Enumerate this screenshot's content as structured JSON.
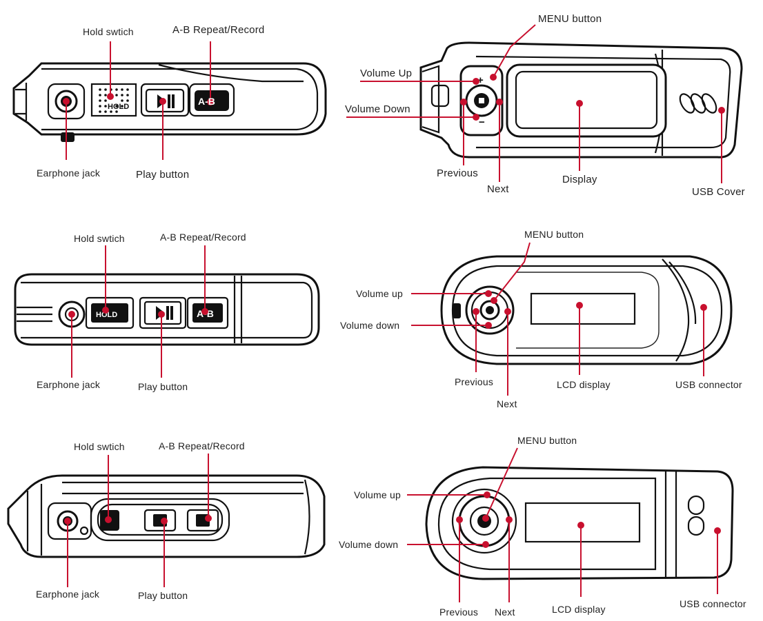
{
  "figure": {
    "rows": [
      {
        "side_labels": {
          "hold": "Hold swtich",
          "ab": "A-B Repeat/Record",
          "earphone": "Earphone jack",
          "play": "Play button"
        },
        "front_labels": {
          "menu": "MENU button",
          "vol_up": "Volume Up",
          "vol_down": "Volume Down",
          "previous": "Previous",
          "next": "Next",
          "display": "Display",
          "usb": "USB Cover"
        },
        "button_text": {
          "ab": "A-B",
          "hold": "HOLD"
        }
      },
      {
        "side_labels": {
          "hold": "Hold swtich",
          "ab": "A-B Repeat/Record",
          "earphone": "Earphone jack",
          "play": "Play button"
        },
        "front_labels": {
          "menu": "MENU button",
          "vol_up": "Volume up",
          "vol_down": "Volume down",
          "previous": "Previous",
          "next": "Next",
          "display": "LCD display",
          "usb": "USB connector"
        },
        "button_text": {
          "ab": "A-B",
          "hold": "HOLD"
        }
      },
      {
        "side_labels": {
          "hold": "Hold swtich",
          "ab": "A-B Repeat/Record",
          "earphone": "Earphone jack",
          "play": "Play button"
        },
        "front_labels": {
          "menu": "MENU button",
          "vol_up": "Volume up",
          "vol_down": "Volume down",
          "previous": "Previous",
          "next": "Next",
          "display": "LCD display",
          "usb": "USB connector"
        }
      }
    ],
    "colors": {
      "callout": "#c8102e",
      "outline": "#111111"
    }
  }
}
